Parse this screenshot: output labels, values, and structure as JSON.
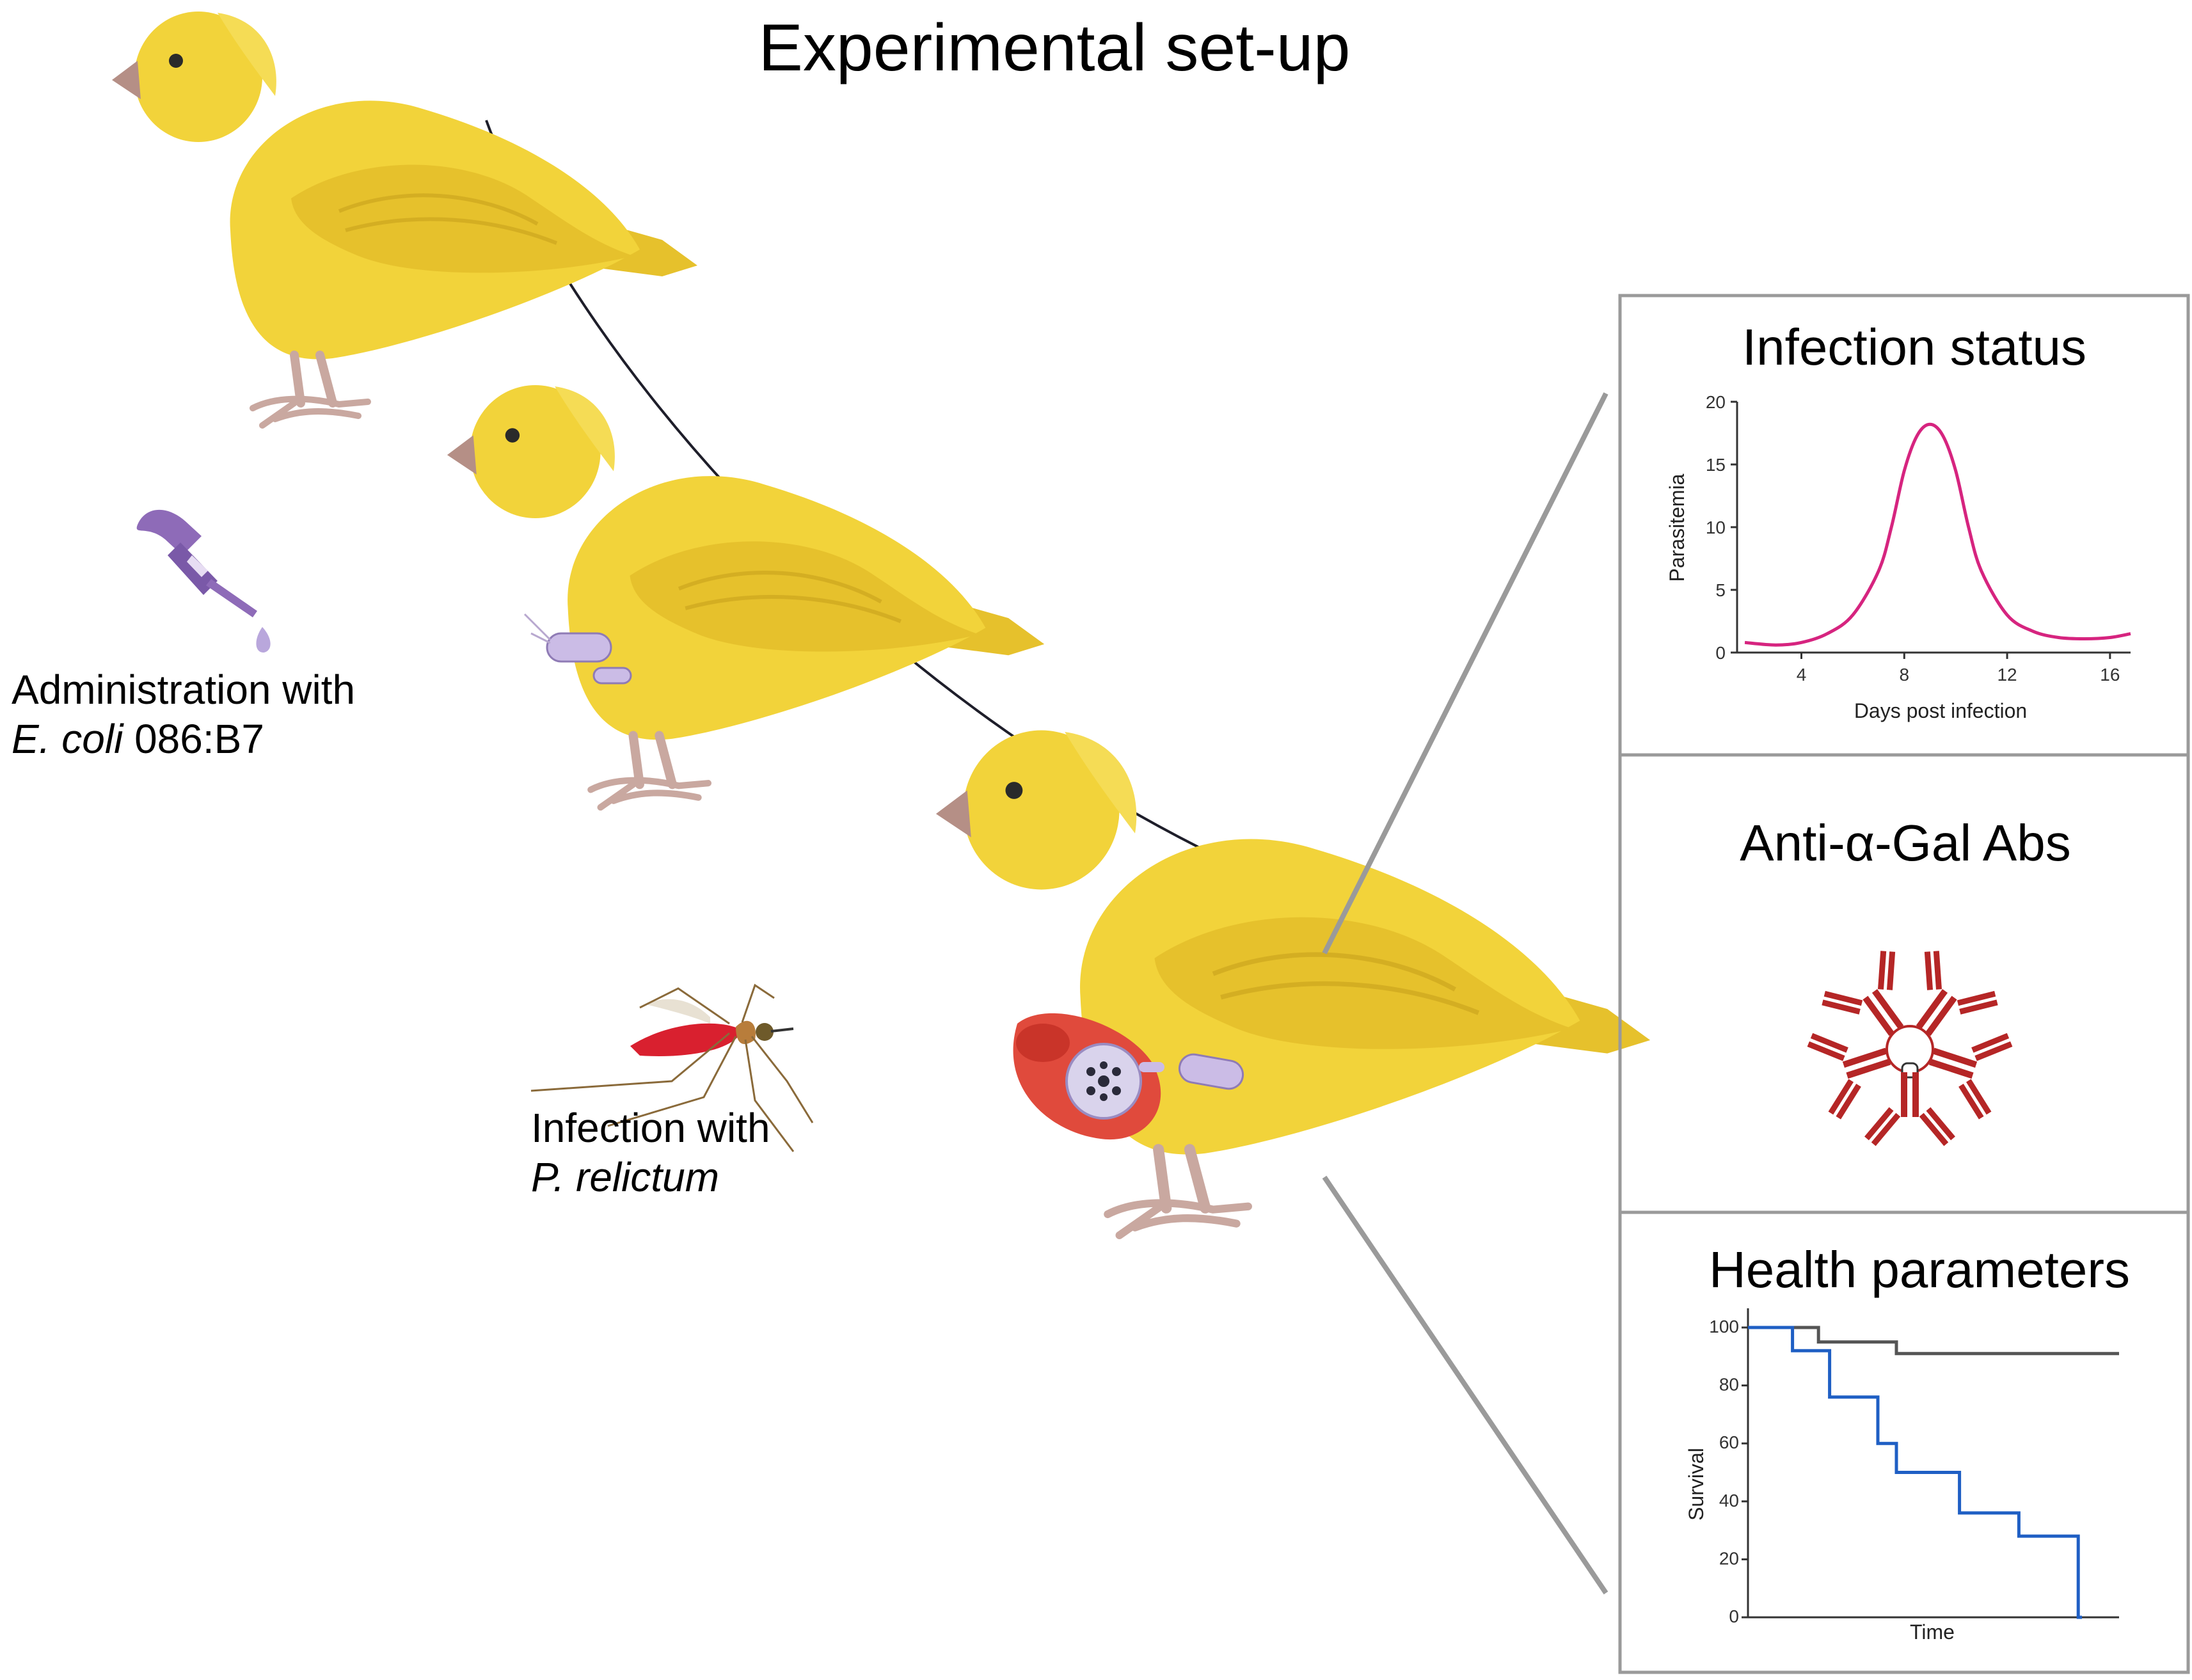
{
  "figure": {
    "title": "Experimental set-up"
  },
  "steps": {
    "administration": {
      "line1": "Administration with",
      "organism_italic": "E. coli",
      "organism_rest": " 086:B7"
    },
    "infection": {
      "line1": "Infection with",
      "parasite_italic": "P. relictum"
    }
  },
  "panels": {
    "infection_status": {
      "title": "Infection status",
      "chart_data": {
        "type": "line",
        "xlabel": "Days post infection",
        "ylabel": "Parasitemia",
        "x_ticks": [
          4,
          8,
          12,
          16
        ],
        "y_ticks": [
          0,
          5,
          10,
          15,
          20
        ],
        "xlim": [
          1.5,
          16.8
        ],
        "ylim": [
          0,
          20
        ],
        "series": [
          {
            "color": "#d6247f",
            "x": [
              1.8,
              3,
              4,
              5,
              6,
              7,
              7.5,
              8,
              8.5,
              9,
              9.5,
              10,
              10.5,
              11,
              12,
              13,
              14,
              15,
              16,
              16.8
            ],
            "y": [
              0.8,
              0.6,
              0.8,
              1.5,
              3,
              6.5,
              10,
              14.5,
              17.3,
              18.2,
              17.3,
              14.5,
              10,
              6.5,
              3,
              1.7,
              1.2,
              1.1,
              1.2,
              1.5
            ]
          }
        ]
      }
    },
    "antibodies": {
      "title": "Anti-α-Gal  Abs",
      "icon": "antibody-pentamer-icon",
      "color": "#b52626"
    },
    "health": {
      "title": "Health parameters",
      "chart_data": {
        "type": "line",
        "step": true,
        "xlabel": "Time",
        "ylabel": "Survival",
        "y_ticks": [
          0,
          20,
          40,
          60,
          80,
          100
        ],
        "ylim": [
          0,
          100
        ],
        "xlim": [
          0,
          100
        ],
        "series": [
          {
            "color": "#555555",
            "x": [
              0,
              19,
              19,
              40,
              40,
              100
            ],
            "y": [
              100,
              100,
              95,
              95,
              91,
              91
            ]
          },
          {
            "color": "#1f5fc4",
            "x": [
              0,
              12,
              12,
              22,
              22,
              35,
              35,
              40,
              40,
              57,
              57,
              73,
              73,
              89,
              89,
              90
            ],
            "y": [
              100,
              100,
              92,
              92,
              76,
              76,
              60,
              60,
              50,
              50,
              36,
              36,
              28,
              28,
              0,
              0
            ]
          }
        ]
      }
    }
  },
  "colors": {
    "bird_body": "#f2d33a",
    "bird_shadow": "#d9b322",
    "beak": "#b58f86",
    "feet": "#c9a8a0",
    "pipette": "#8e6bb8",
    "bacterium": "#cbbce6",
    "mosquito_abdomen": "#d9202f",
    "mosquito_body": "#b87d3b",
    "plasmodium_cell": "#e04a3c",
    "frame": "#9a9a9a"
  }
}
